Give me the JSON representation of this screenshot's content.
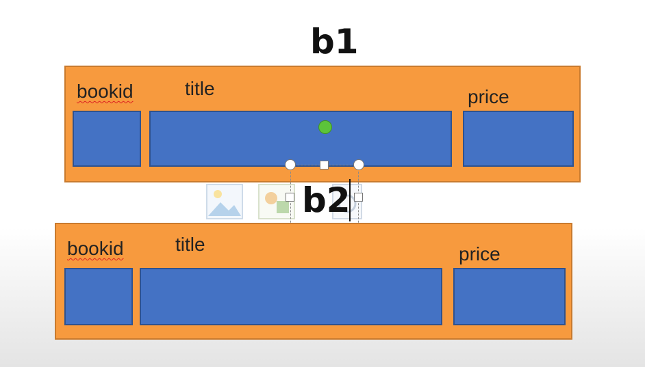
{
  "diagram": {
    "title_top": "b1",
    "title_bottom": "b2",
    "records": [
      {
        "fields": [
          {
            "label": "bookid"
          },
          {
            "label": "title"
          },
          {
            "label": "price"
          }
        ]
      },
      {
        "fields": [
          {
            "label": "bookid"
          },
          {
            "label": "title"
          },
          {
            "label": "price"
          }
        ]
      }
    ]
  },
  "colors": {
    "record_fill": "#f79a3e",
    "field_fill": "#4472c4",
    "rotate_handle": "#5cc43a"
  },
  "icons": [
    "rotate-handle-icon",
    "resize-handle-icon",
    "insert-picture-icon",
    "insert-clipart-icon"
  ]
}
